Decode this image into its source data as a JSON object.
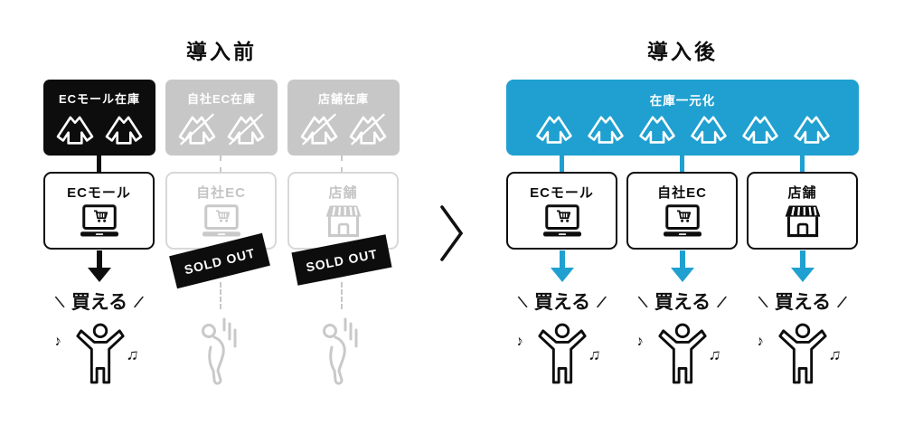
{
  "diagram": {
    "before": {
      "title": "導入前",
      "stock_boxes": [
        {
          "label": "ECモール在庫",
          "shirts": 2,
          "state": "active"
        },
        {
          "label": "自社EC在庫",
          "shirts": 2,
          "state": "inactive"
        },
        {
          "label": "店舗在庫",
          "shirts": 2,
          "state": "inactive"
        }
      ],
      "channel_boxes": [
        {
          "label": "ECモール",
          "state": "active"
        },
        {
          "label": "自社EC",
          "state": "inactive",
          "badge": "SOLD OUT"
        },
        {
          "label": "店舗",
          "state": "inactive",
          "badge": "SOLD OUT"
        }
      ],
      "buy": {
        "left_mark": "\\",
        "label": "買える",
        "right_mark": "/"
      }
    },
    "after": {
      "title": "導入後",
      "banner": {
        "label": "在庫一元化",
        "shirts": 6
      },
      "channel_boxes": [
        {
          "label": "ECモール"
        },
        {
          "label": "自社EC"
        },
        {
          "label": "店舗"
        }
      ],
      "buy": {
        "left_mark": "\\",
        "label": "買える",
        "right_mark": "/"
      }
    },
    "notes": {
      "left": "♪",
      "right": "♫"
    },
    "colors": {
      "accent_blue": "#1fa0d0",
      "ink": "#0d0d0d",
      "muted_gray": "#c9c9c9"
    }
  }
}
